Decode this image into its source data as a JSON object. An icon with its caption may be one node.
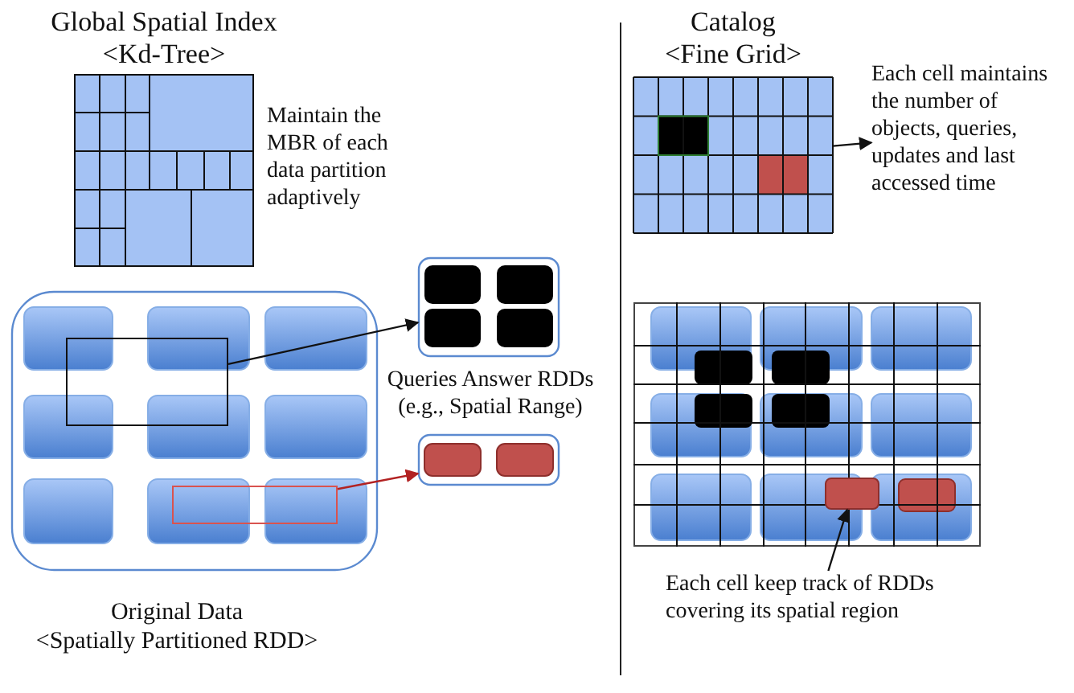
{
  "diagram": {
    "nodes": [
      {
        "text": [
          "Global Spatial Index",
          "<Kd-Tree>"
        ],
        "beside": [
          "Maintain the MBR of each data partition adaptively"
        ]
      },
      {
        "text": [
          "Original Data",
          "<Spatially Partitioned RDD>"
        ]
      },
      {
        "text": [],
        "shape": "box",
        "in": 1
      },
      {
        "text": [],
        "shape": "box",
        "in": 1
      },
      {
        "text": [],
        "shape": "box"
      },
      {
        "text": [],
        "shape": "box"
      },
      {
        "text": [
          "Catalog",
          "<Fine Grid>"
        ]
      },
      {
        "text": [
          "Each cell maintains the number of objects, queries, updates and last accessed time"
        ]
      },
      {
        "text": [],
        "shape": "box"
      },
      {
        "text": [
          "Each cell keep track of RDDs covering its spatial region"
        ]
      },
      {
        "text": [],
        "shape": "box",
        "in": 8
      }
    ],
    "edges": [
      {
        "from": 2,
        "to": 4,
        "arrow": "to"
      },
      {
        "from": 3,
        "to": 5,
        "arrow": "to",
        "color": "#b22222"
      },
      {
        "from": 6,
        "to": 7,
        "arrow": "to"
      },
      {
        "from": 9,
        "to": 10,
        "arrow": "to"
      }
    ],
    "labels": [
      "Queries Answer RDDs (e.g., Spatial Range)"
    ]
  }
}
